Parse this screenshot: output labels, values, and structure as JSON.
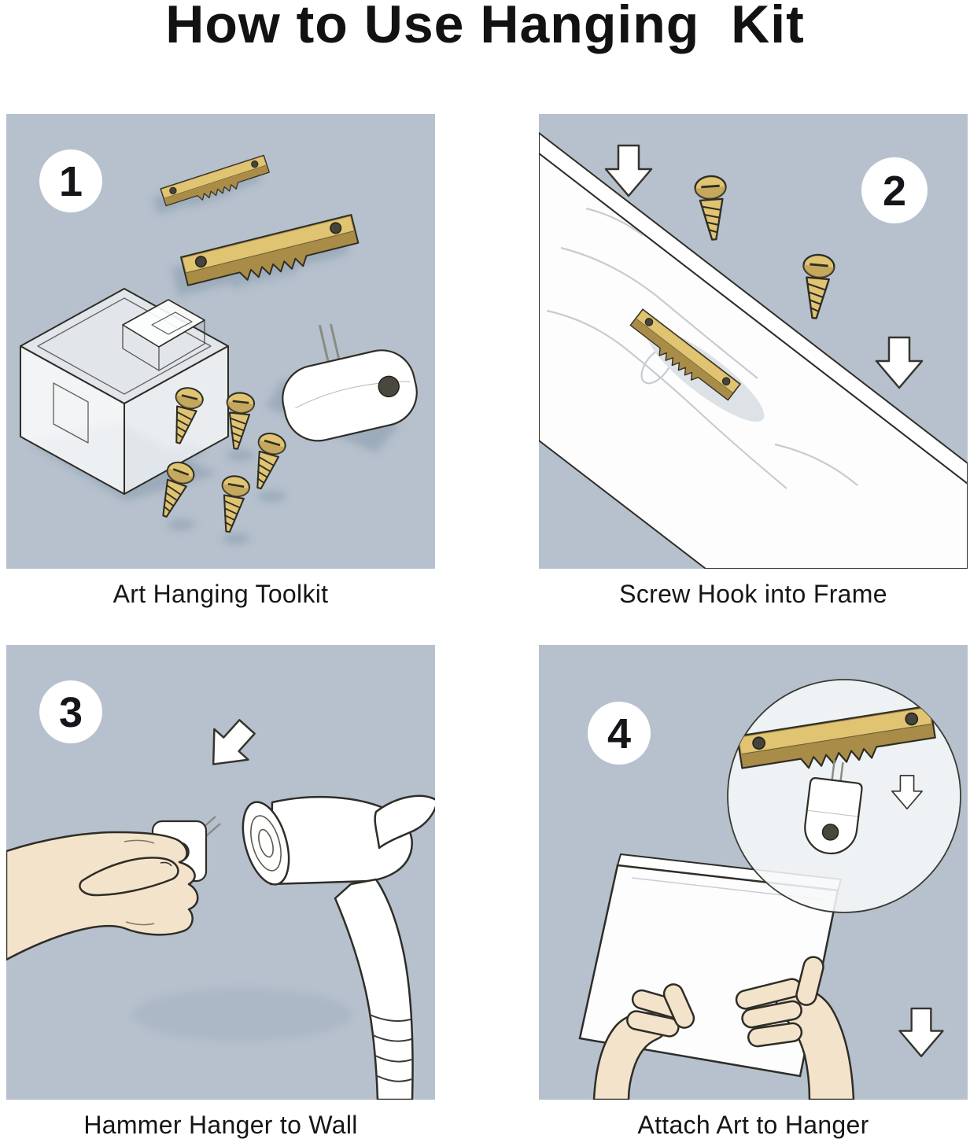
{
  "title": "How to Use Hanging  Kit",
  "steps": [
    {
      "number": "1",
      "caption": "Art Hanging Toolkit"
    },
    {
      "number": "2",
      "caption": "Screw Hook into Frame"
    },
    {
      "number": "3",
      "caption": "Hammer Hanger to Wall"
    },
    {
      "number": "4",
      "caption": "Attach Art to Hanger"
    }
  ],
  "colors": {
    "panel-bg": "#b6c1cd",
    "brass": "#e0c472",
    "brass-dark": "#a98c47",
    "skin": "#f4e3cb",
    "shadow": "#7e92a5",
    "outline": "#2e2d26",
    "paper": "#ffffff"
  },
  "icons": {
    "sawtooth-hanger-icon": "brass sawtooth hanger strip with screw holes",
    "screw-icon": "brass screw",
    "clear-box-icon": "clear plastic kit box",
    "wall-hook-icon": "white wall hook with pins",
    "wall-hanger-icon": "white nail-in wall hanger",
    "down-arrow-icon": "▼",
    "hand-icon": "hand",
    "hammer-icon": "hammer",
    "art-canvas-icon": "picture frame canvas",
    "zoom-circle": "detail magnifier circle",
    "step-number-badge": "white circle with step number"
  }
}
